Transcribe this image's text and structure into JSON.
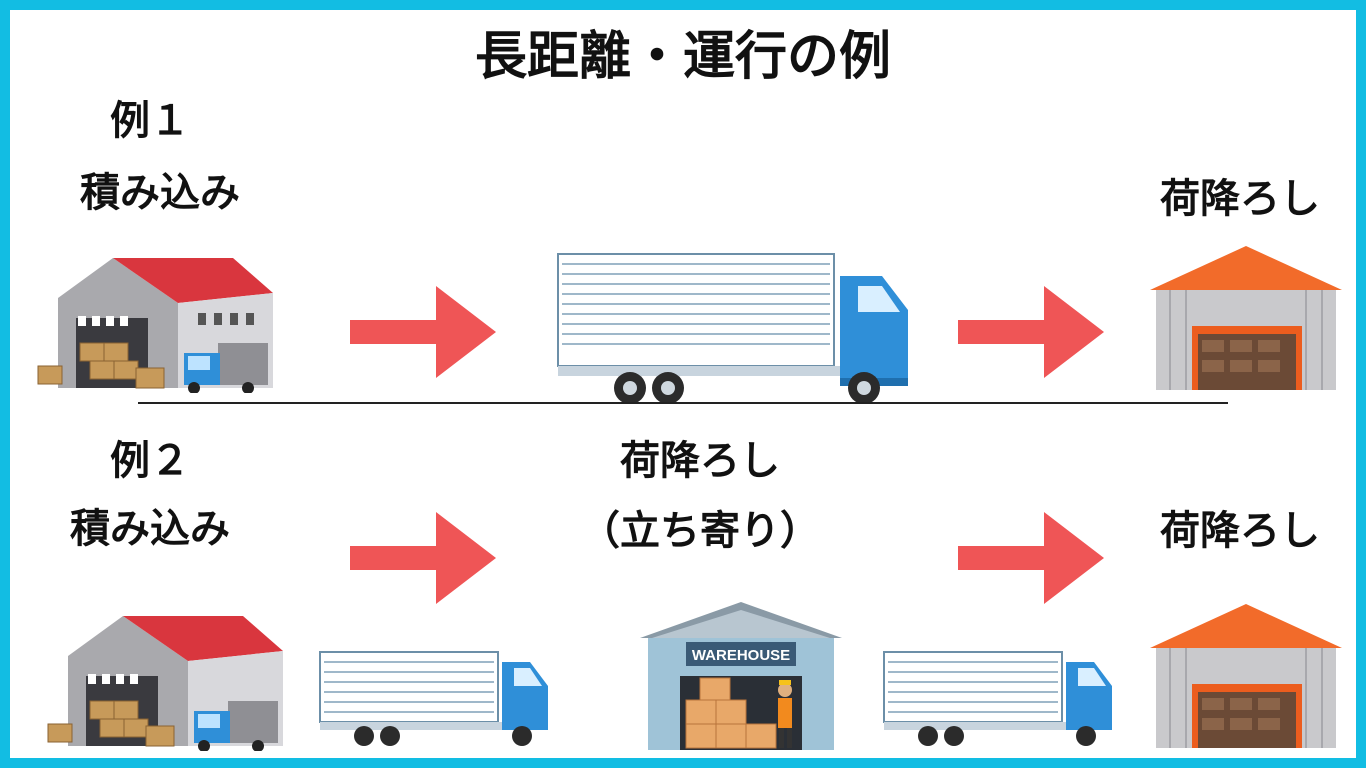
{
  "title": "長距離・運行の例",
  "example1": {
    "label": "例１",
    "load": "積み込み",
    "unload": "荷降ろし"
  },
  "example2": {
    "label": "例２",
    "load": "積み込み",
    "stopover_line1": "荷降ろし",
    "stopover_line2": "（立ち寄り）",
    "unload": "荷降ろし",
    "warehouse_sign": "WAREHOUSE"
  },
  "colors": {
    "border": "#12bde3",
    "arrow": "#ef5556",
    "truck_cab": "#2f8fd8",
    "warehouse_roof_red": "#d9363e",
    "warehouse_roof_orange": "#f26b2a"
  },
  "icons": {
    "arrow": "right-arrow-icon",
    "truck": "truck-icon",
    "warehouse": "warehouse-icon"
  }
}
